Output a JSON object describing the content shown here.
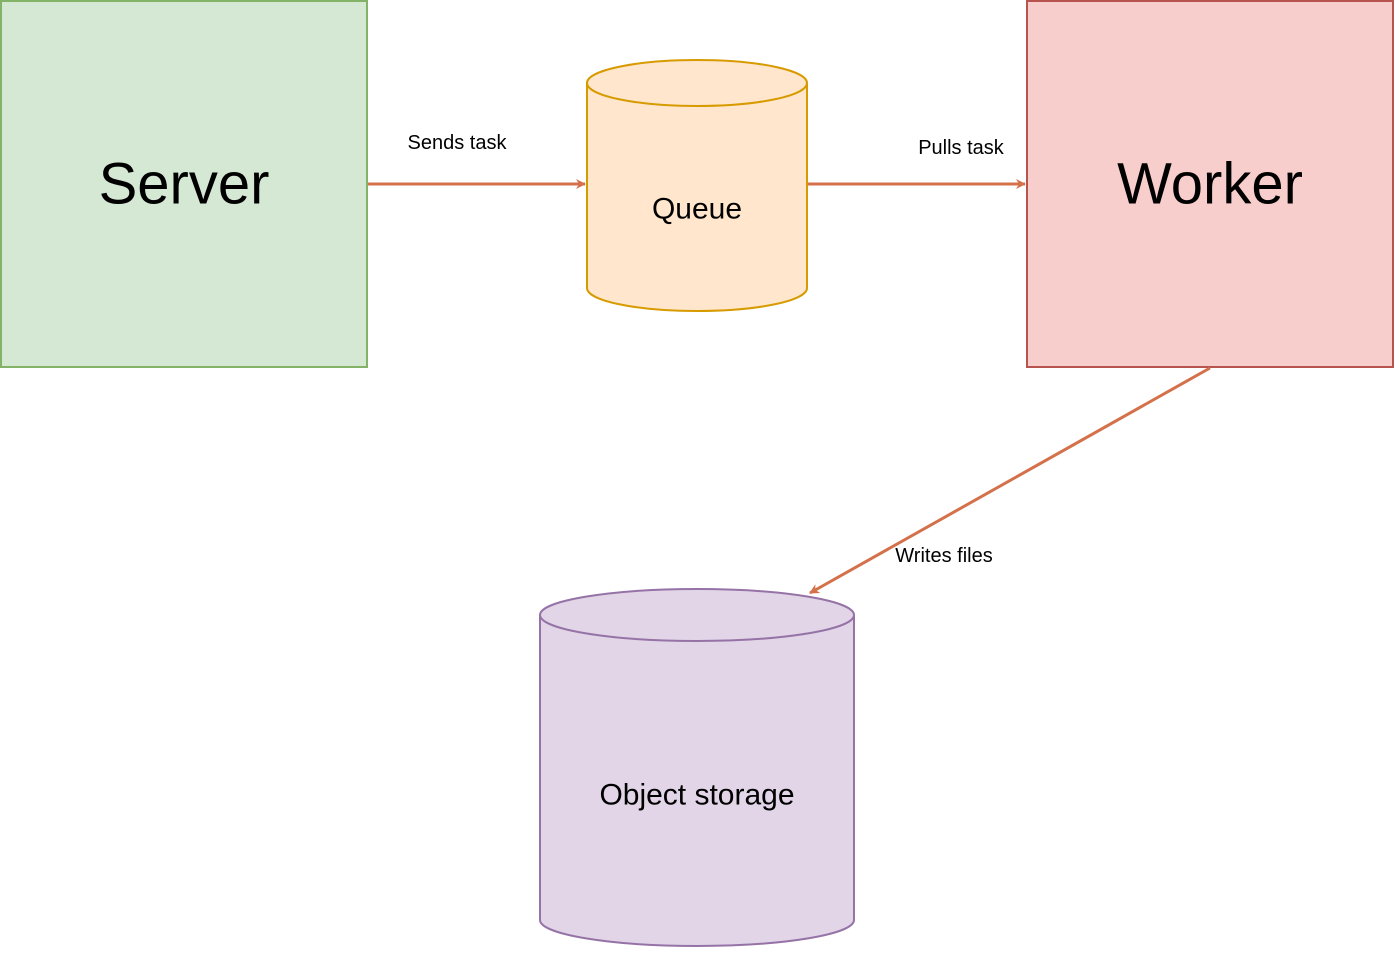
{
  "nodes": {
    "server": {
      "label": "Server",
      "fill": "#d5e8d4",
      "stroke": "#82b366"
    },
    "queue": {
      "label": "Queue",
      "fill": "#ffe6cc",
      "stroke": "#d79b00"
    },
    "worker": {
      "label": "Worker",
      "fill": "#f8cecc",
      "stroke": "#b85450"
    },
    "object_storage": {
      "label": "Object storage",
      "fill": "#e1d5e7",
      "stroke": "#9673a6"
    }
  },
  "edges": {
    "server_to_queue": {
      "label": "Sends task"
    },
    "queue_to_worker": {
      "label": "Pulls task"
    },
    "worker_to_storage": {
      "label": "Writes files"
    }
  },
  "edge_color": "#d4714b"
}
